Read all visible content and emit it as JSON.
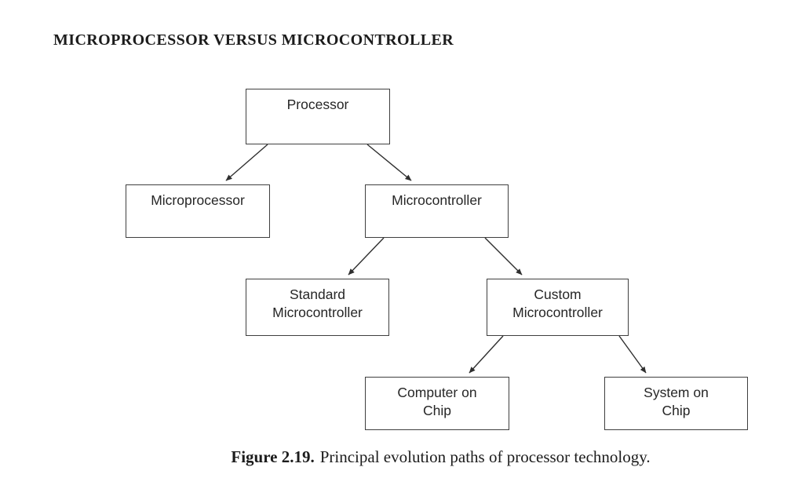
{
  "page": {
    "heading": "MICROPROCESSOR VERSUS MICROCONTROLLER",
    "caption_label": "Figure 2.19.",
    "caption_text": "Principal evolution paths of processor technology."
  },
  "colors": {
    "background": "#ffffff",
    "box_border": "#3f3f3f",
    "text": "#262626",
    "line": "#2f2f2f"
  },
  "diagram": {
    "type": "tree",
    "nodes": {
      "processor": {
        "label": "Processor"
      },
      "microprocessor": {
        "label": "Microprocessor"
      },
      "microcontroller": {
        "label": "Microcontroller"
      },
      "standard": {
        "label": "Standard\nMicrocontroller"
      },
      "custom": {
        "label": "Custom\nMicrocontroller"
      },
      "computer": {
        "label": "Computer on\nChip"
      },
      "system": {
        "label": "System on\nChip"
      }
    },
    "edges": [
      {
        "from": "processor",
        "to": "microprocessor"
      },
      {
        "from": "processor",
        "to": "microcontroller"
      },
      {
        "from": "microcontroller",
        "to": "standard"
      },
      {
        "from": "microcontroller",
        "to": "custom"
      },
      {
        "from": "custom",
        "to": "computer"
      },
      {
        "from": "custom",
        "to": "system"
      }
    ]
  }
}
